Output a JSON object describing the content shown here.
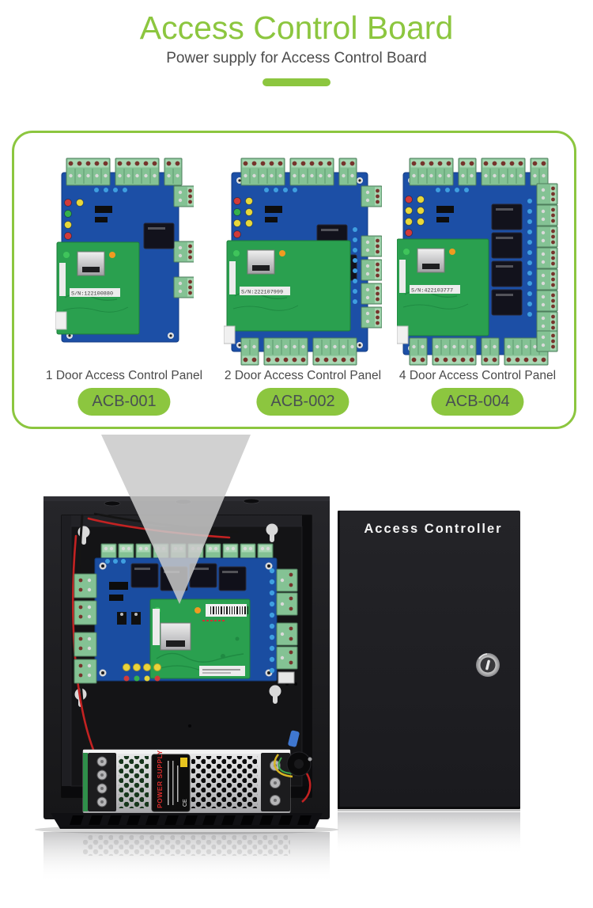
{
  "header": {
    "title": "Access Control Board",
    "subtitle": "Power supply for Access Control Board"
  },
  "showcase": {
    "products": [
      {
        "caption": "1 Door Access Control Panel",
        "model": "ACB-001",
        "serial": "S/N:122100880"
      },
      {
        "caption": "2 Door Access Control Panel",
        "model": "ACB-002",
        "serial": "S/N:222107999"
      },
      {
        "caption": "4 Door Access Control Panel",
        "model": "ACB-004",
        "serial": "S/N:422103777"
      }
    ]
  },
  "photo": {
    "door_label": "Access Controller",
    "psu_label": "POWER SUPPLY",
    "psu_mark": "CE"
  },
  "colors": {
    "accent_green": "#8cc63f",
    "text_gray": "#4a4a4a",
    "badge_text": "#485052",
    "pcb_blue": "#1c4fa6",
    "pcb_green": "#2aa04f",
    "terminal_green": "#84c294",
    "enclosure_black": "#1b1b1e",
    "psu_silver": "#cfcfcf",
    "funnel_gray": "#d2d2d2"
  }
}
